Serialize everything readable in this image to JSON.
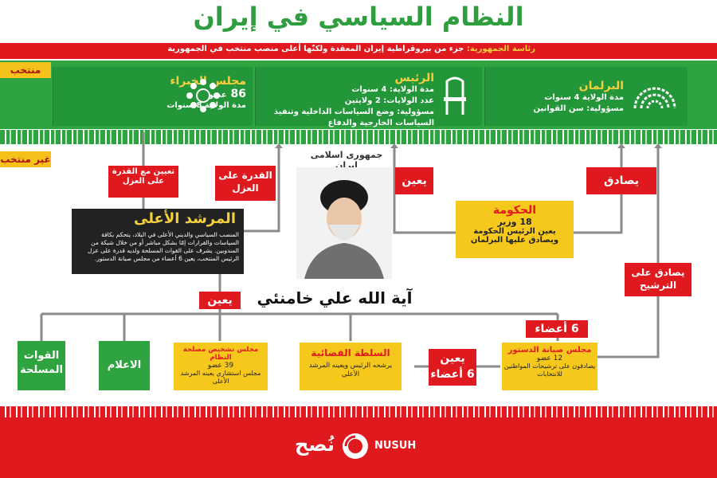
{
  "title": "النظام السياسي في إيران",
  "subtitle": {
    "lead": "رئاسة الجمهورية:",
    "rest": "جزء من بيروقراطية إيران المعقدة  ولكنّها أعلى منصب منتخب في الجمهورية"
  },
  "tags": {
    "elected": "منتخب",
    "not_elected": "غير منتخب"
  },
  "experts": {
    "title": "مجلس الخبراء",
    "count": "86",
    "count_unit": "عضو",
    "term": "مدة الولاية 8 سنوات"
  },
  "president": {
    "title": "الرئيس",
    "term": "مدة الولاية: 4 سنوات",
    "terms_count": "عدد الولايات: 2 ولايتين",
    "duty": "مسؤولية: وضع السياسات الداخلية وتنفيذ السياسات الخارجية والدفاع"
  },
  "parliament": {
    "title": "البرلمان",
    "term": "مدة الولاية 4 سنوات",
    "duty": "مسؤولية: سن القوانين"
  },
  "labels": {
    "appoint_with_removal": "تعيين مع القدرة على العزل",
    "power_to_remove": "القدرة على العزل",
    "appoints_1": "يعين",
    "approves_1": "يصادق",
    "appoints_2": "يعين",
    "approves_candidacy": "يصادق على الترشيح",
    "six_members": "6 أعضاء",
    "appoints_6": "يعين",
    "appoints_6_b": "6 أعضاء"
  },
  "leader": {
    "title": "المرشد الأعلى",
    "text": "المنصب السياسي والديني الأعلى في البلاد، يتحكم بكافة السياسات والقرارات إمّا بشكل مباشر أو من خلال شبكة من المندوبين. يشرف على القوات المسلحة ولديه قدرة على عزل الرئيس المنتخب، يعين 6 أعضاء من مجلس صيانة الدستور.",
    "name": "آية الله علي خامنئي",
    "emblem_text": "جمهوری اسلامی ایران"
  },
  "government": {
    "title": "الحكومة",
    "count": "18 وزير",
    "line1": "يعين الرئيس الحكومة",
    "line2": "ويصادق عليها البرلمان"
  },
  "bottom": {
    "armed_forces": "القوات المسلحة",
    "media": "الاعلام",
    "expediency": {
      "title": "مجلس تشخيص مصلحة النظام",
      "count": "39 عضو",
      "text": "مجلس استشاري يعينه المرشد الأعلى"
    },
    "judiciary": {
      "title": "السلطة القضائية",
      "text": "يرشحه الرئيس ويعينه المرشد الأعلى"
    },
    "guardian": {
      "title": "مجلس صيانة الدستور",
      "count": "12 عضو",
      "text": "يصادقون على ترشيحات المواطنين للانتخابات"
    }
  },
  "footer": {
    "brand_ar": "نُصح",
    "brand_en": "NUSUH"
  },
  "colors": {
    "green": "#2fa340",
    "red": "#e0191f",
    "yellow": "#f6c81c",
    "dark": "#222222"
  }
}
